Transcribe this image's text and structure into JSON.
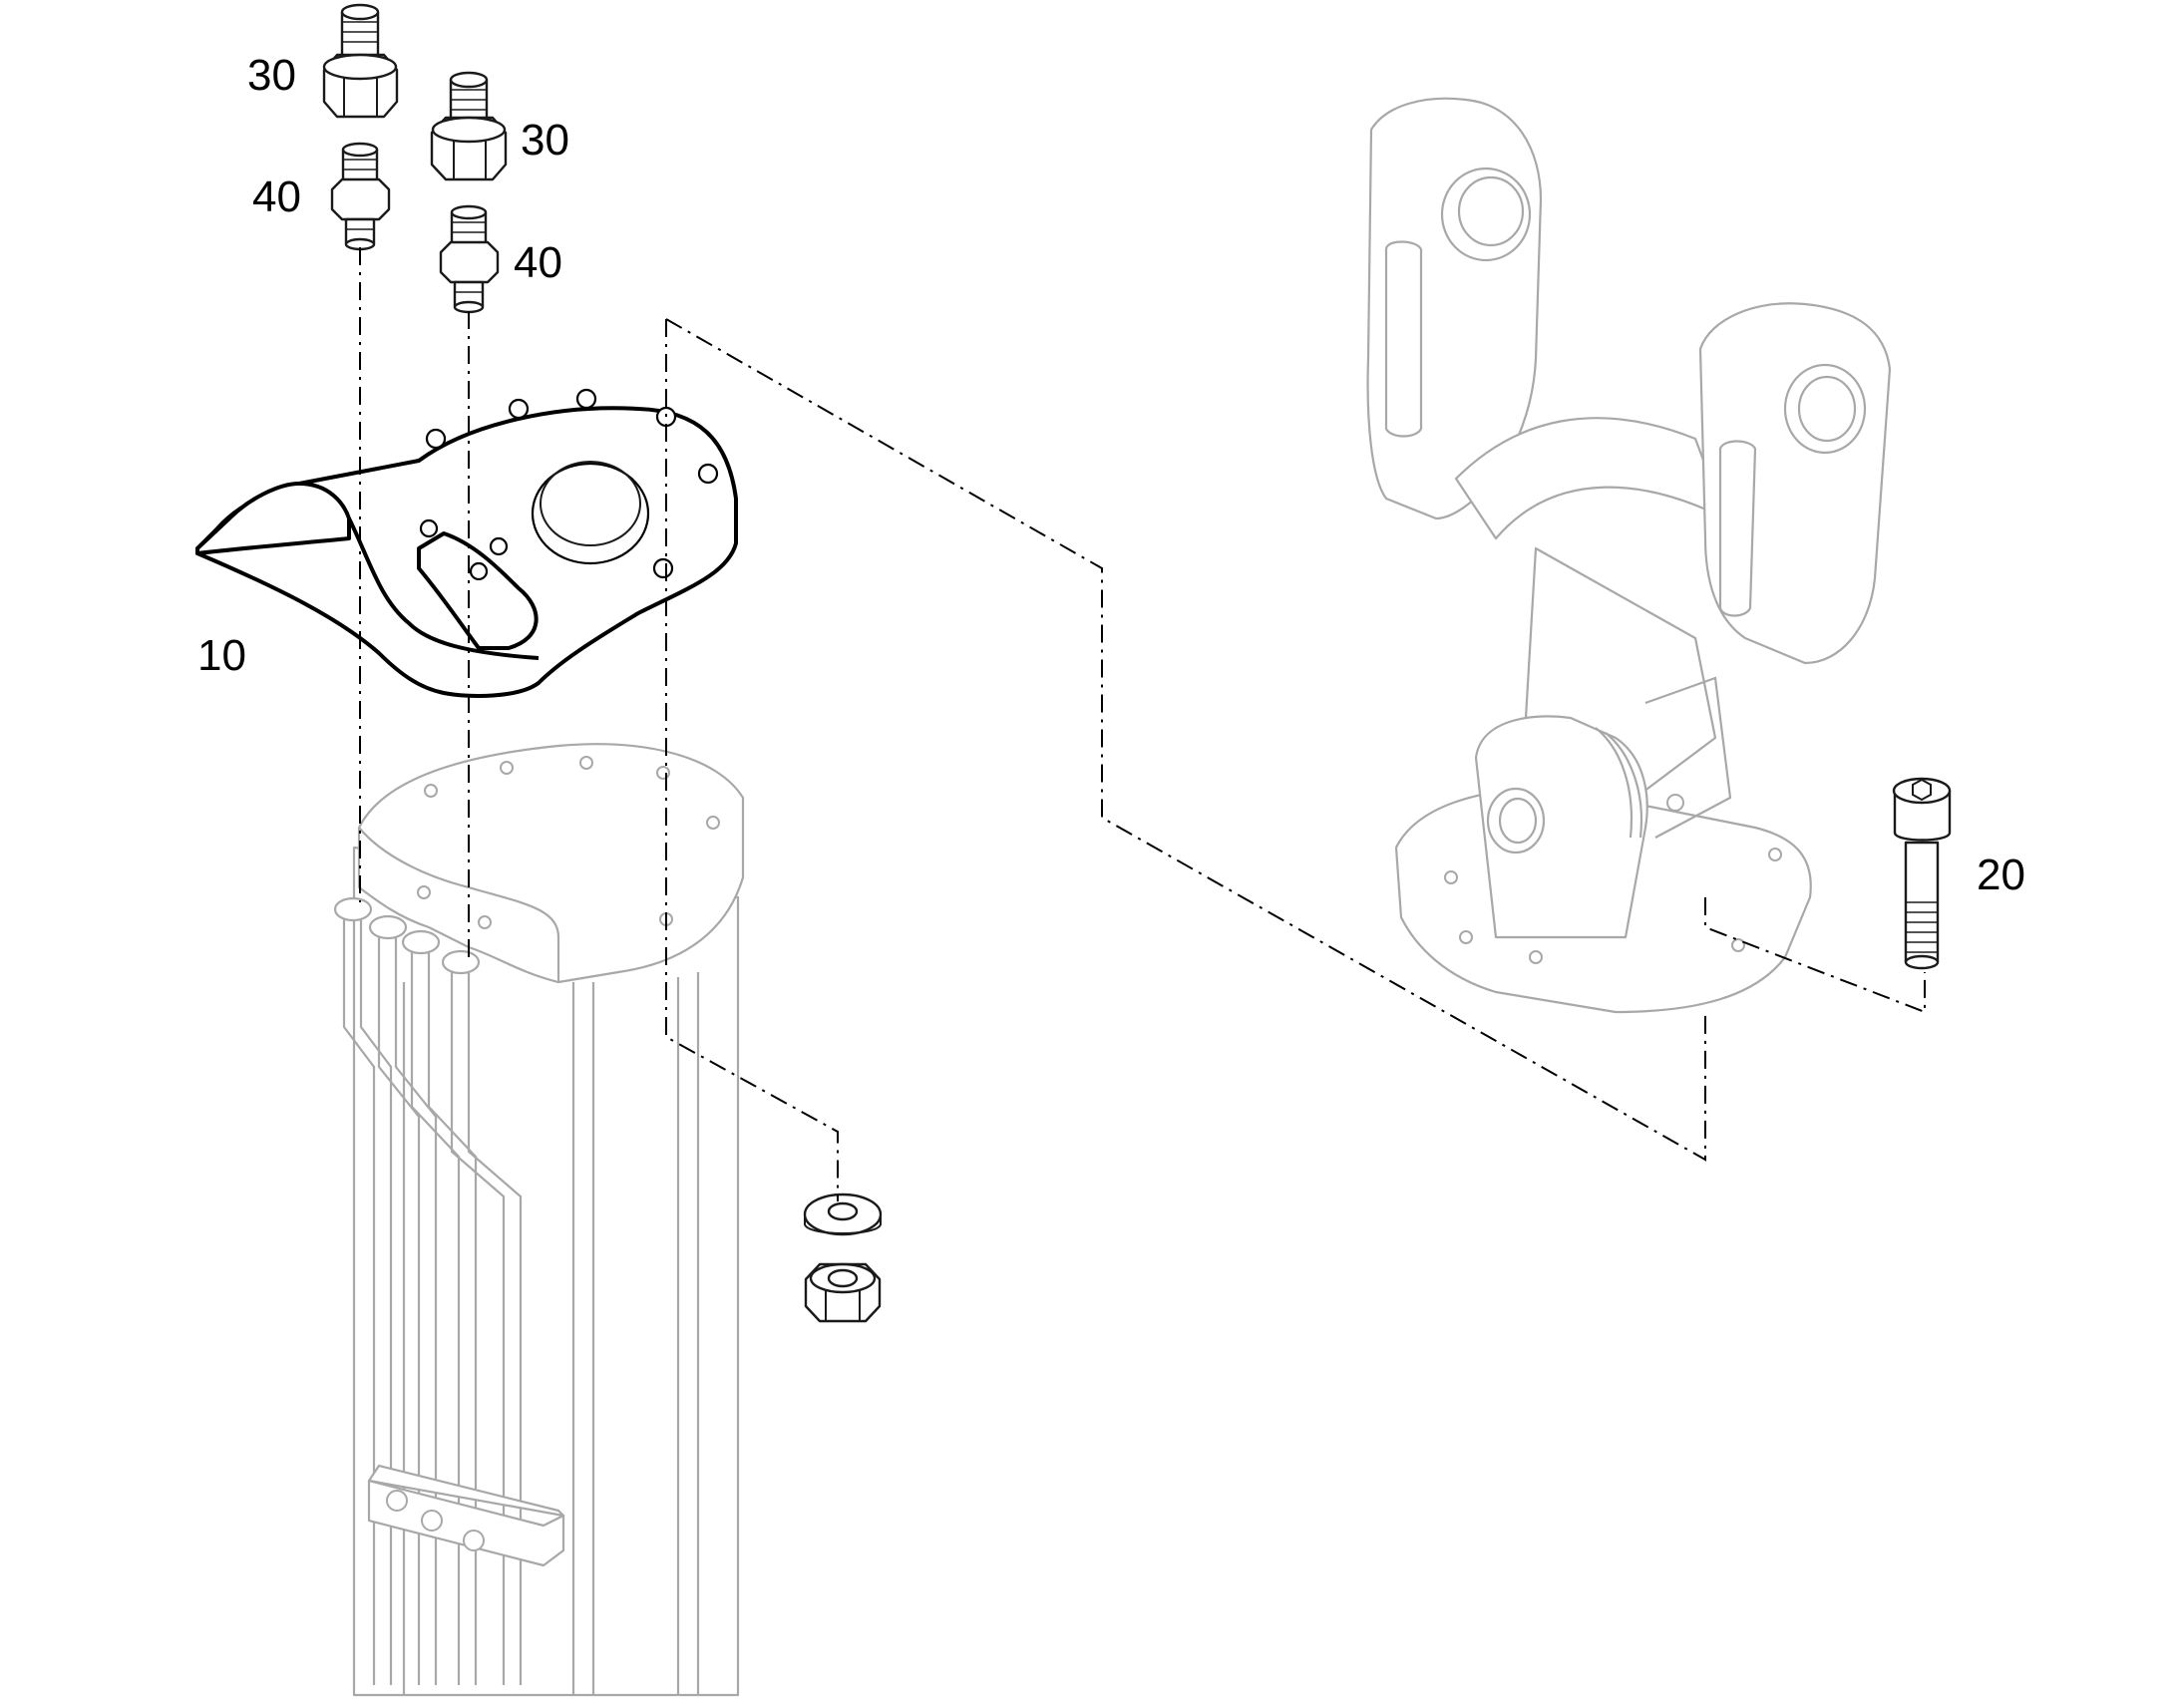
{
  "callouts": {
    "plate": "10",
    "screw": "20",
    "union_left": "30",
    "union_right": "30",
    "fitting_left": "40",
    "fitting_right": "40"
  }
}
